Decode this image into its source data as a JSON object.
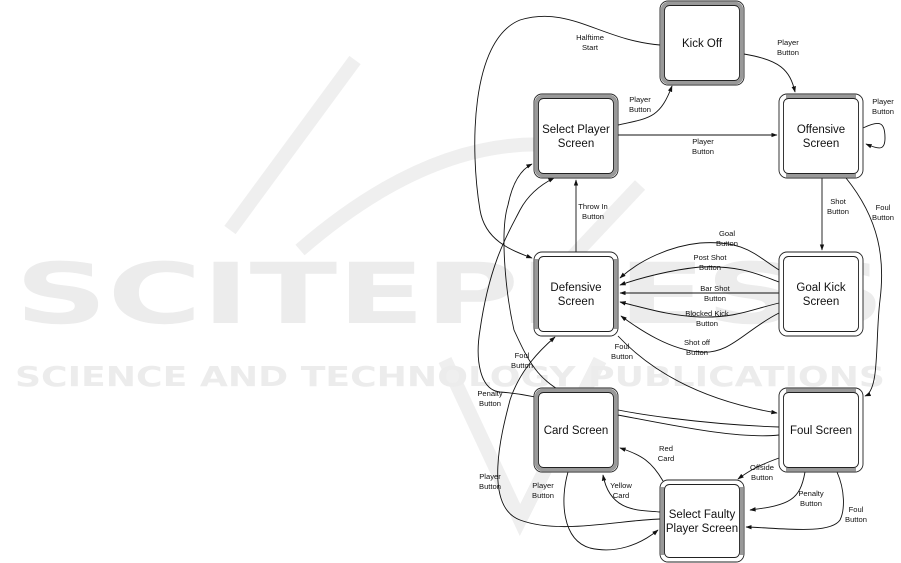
{
  "watermark": {
    "title": "SCITEPRESS",
    "subtitle": "SCIENCE AND TECHNOLOGY PUBLICATIONS"
  },
  "diagram": {
    "type": "state-transition",
    "nodes": [
      {
        "id": "kickoff",
        "lines": [
          "Kick Off"
        ]
      },
      {
        "id": "select_player",
        "lines": [
          "Select Player",
          "Screen"
        ]
      },
      {
        "id": "offensive",
        "lines": [
          "Offensive",
          "Screen"
        ]
      },
      {
        "id": "defensive",
        "lines": [
          "Defensive",
          "Screen"
        ]
      },
      {
        "id": "goalkick",
        "lines": [
          "Goal Kick",
          "Screen"
        ]
      },
      {
        "id": "card",
        "lines": [
          "Card Screen"
        ]
      },
      {
        "id": "foul",
        "lines": [
          "Foul Screen"
        ]
      },
      {
        "id": "select_faulty",
        "lines": [
          "Select Faulty",
          "Player Screen"
        ]
      }
    ],
    "edges": [
      {
        "id": "halftime_start",
        "from": "kickoff",
        "to": "defensive",
        "lines": [
          "Halftime",
          "Start"
        ]
      },
      {
        "id": "sp_to_kickoff",
        "from": "select_player",
        "to": "kickoff",
        "lines": [
          "Player",
          "Button"
        ]
      },
      {
        "id": "kickoff_to_off",
        "from": "kickoff",
        "to": "offensive",
        "lines": [
          "Player",
          "Button"
        ]
      },
      {
        "id": "sp_to_off",
        "from": "select_player",
        "to": "offensive",
        "lines": [
          "Player",
          "Button"
        ]
      },
      {
        "id": "off_self",
        "from": "offensive",
        "to": "offensive",
        "lines": [
          "Player",
          "Button"
        ]
      },
      {
        "id": "shot",
        "from": "offensive",
        "to": "goalkick",
        "lines": [
          "Shot",
          "Button"
        ]
      },
      {
        "id": "off_foul",
        "from": "offensive",
        "to": "foul",
        "lines": [
          "Foul",
          "Button"
        ]
      },
      {
        "id": "throw_in",
        "from": "defensive",
        "to": "select_player",
        "lines": [
          "Throw In",
          "Button"
        ]
      },
      {
        "id": "goal",
        "from": "goalkick",
        "to": "defensive",
        "lines": [
          "Goal",
          "Button"
        ]
      },
      {
        "id": "post_shot",
        "from": "goalkick",
        "to": "defensive",
        "lines": [
          "Post Shot",
          "Button"
        ]
      },
      {
        "id": "bar_shot",
        "from": "goalkick",
        "to": "defensive",
        "lines": [
          "Bar Shot",
          "Button"
        ]
      },
      {
        "id": "blocked_kick",
        "from": "goalkick",
        "to": "defensive",
        "lines": [
          "Blocked Kick",
          "Button"
        ]
      },
      {
        "id": "shot_off",
        "from": "goalkick",
        "to": "defensive",
        "lines": [
          "Shot off",
          "Button"
        ]
      },
      {
        "id": "def_foul",
        "from": "defensive",
        "to": "foul",
        "lines": [
          "Foul",
          "Button"
        ]
      },
      {
        "id": "foul_to_def",
        "from": "foul",
        "to": "defensive",
        "lines": [
          "Foul",
          "Button"
        ]
      },
      {
        "id": "penalty_to_sp",
        "from": "foul",
        "to": "select_player",
        "lines": [
          "Penalty",
          "Button"
        ]
      },
      {
        "id": "sfp_to_sp",
        "from": "select_faulty",
        "to": "select_player",
        "lines": [
          "Player",
          "Button"
        ]
      },
      {
        "id": "red_card",
        "from": "select_faulty",
        "to": "card",
        "lines": [
          "Red",
          "Card"
        ]
      },
      {
        "id": "yellow_card",
        "from": "select_faulty",
        "to": "card",
        "lines": [
          "Yellow",
          "Card"
        ]
      },
      {
        "id": "card_to_sfp",
        "from": "card",
        "to": "select_faulty",
        "lines": [
          "Player",
          "Button"
        ]
      },
      {
        "id": "offside",
        "from": "foul",
        "to": "select_faulty",
        "lines": [
          "Offside",
          "Button"
        ]
      },
      {
        "id": "penalty_sfp",
        "from": "foul",
        "to": "select_faulty",
        "lines": [
          "Penalty",
          "Button"
        ]
      },
      {
        "id": "foul_sfp",
        "from": "foul",
        "to": "select_faulty",
        "lines": [
          "Foul",
          "Button"
        ]
      }
    ]
  }
}
